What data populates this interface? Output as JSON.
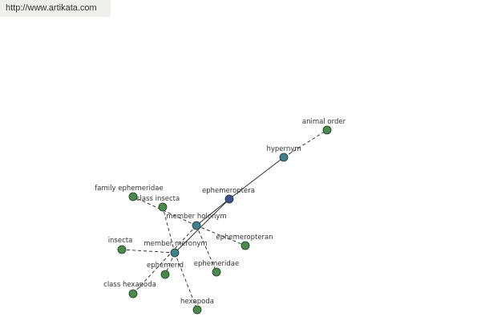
{
  "banner": {
    "url": "http://www.artikata.com"
  },
  "colors": {
    "hub_node": "#3f7f8f",
    "main_node": "#3f4f8f",
    "leaf_node": "#4a8a4a",
    "edge": "#222222",
    "label": "#333333"
  },
  "nodes": [
    {
      "id": "animal-order",
      "label": "animal order",
      "kind": "leaf"
    },
    {
      "id": "hypernym",
      "label": "hypernym",
      "kind": "hub"
    },
    {
      "id": "ephemeroptera",
      "label": "ephemeroptera",
      "kind": "main"
    },
    {
      "id": "family-ephemeridae",
      "label": "family ephemeridae",
      "kind": "leaf"
    },
    {
      "id": "class-insecta",
      "label": "class insecta",
      "kind": "leaf"
    },
    {
      "id": "member-holonym",
      "label": "member holonym",
      "kind": "hub"
    },
    {
      "id": "ephemeropteran",
      "label": "ephemeropteran",
      "kind": "leaf"
    },
    {
      "id": "insecta",
      "label": "insecta",
      "kind": "leaf"
    },
    {
      "id": "member-meronym",
      "label": "member meronym",
      "kind": "hub"
    },
    {
      "id": "ephemerid",
      "label": "ephemerid",
      "kind": "leaf"
    },
    {
      "id": "ephemeridae",
      "label": "ephemeridae",
      "kind": "leaf"
    },
    {
      "id": "class-hexapoda",
      "label": "class hexapoda",
      "kind": "leaf"
    },
    {
      "id": "hexapoda",
      "label": "hexapoda",
      "kind": "leaf"
    }
  ],
  "edges": [
    {
      "from": "ephemeroptera",
      "to": "hypernym",
      "style": "solid"
    },
    {
      "from": "hypernym",
      "to": "animal-order",
      "style": "dashed"
    },
    {
      "from": "ephemeroptera",
      "to": "member-holonym",
      "style": "solid"
    },
    {
      "from": "ephemeroptera",
      "to": "member-meronym",
      "style": "solid"
    },
    {
      "from": "member-holonym",
      "to": "family-ephemeridae",
      "style": "dashed"
    },
    {
      "from": "member-holonym",
      "to": "ephemeropteran",
      "style": "dashed"
    },
    {
      "from": "member-holonym",
      "to": "ephemeridae",
      "style": "dashed"
    },
    {
      "from": "member-holonym",
      "to": "class-hexapoda",
      "style": "dashed"
    },
    {
      "from": "member-meronym",
      "to": "class-insecta",
      "style": "dashed"
    },
    {
      "from": "member-meronym",
      "to": "insecta",
      "style": "dashed"
    },
    {
      "from": "member-meronym",
      "to": "ephemerid",
      "style": "dashed"
    },
    {
      "from": "member-meronym",
      "to": "hexapoda",
      "style": "dashed"
    }
  ]
}
